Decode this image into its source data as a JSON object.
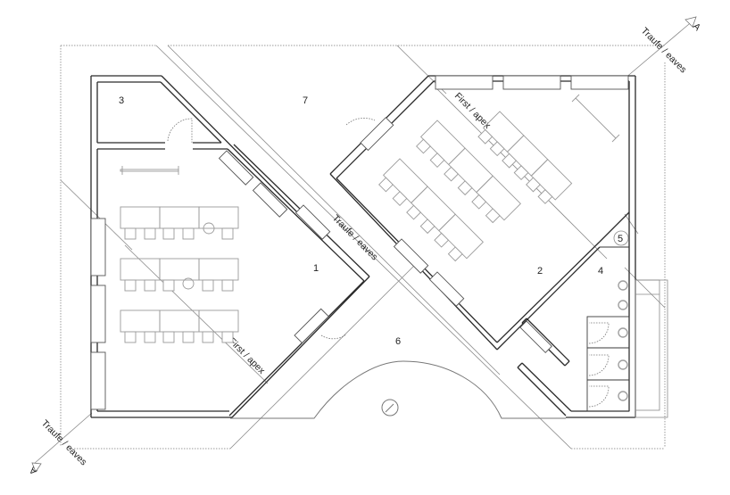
{
  "drawing": {
    "type": "architectural-floor-plan",
    "rooms": [
      {
        "id": "1",
        "label": "1"
      },
      {
        "id": "2",
        "label": "2"
      },
      {
        "id": "3",
        "label": "3"
      },
      {
        "id": "4",
        "label": "4"
      },
      {
        "id": "5",
        "label": "5"
      },
      {
        "id": "6",
        "label": "6"
      },
      {
        "id": "7",
        "label": "7"
      }
    ],
    "annotations": {
      "eaves_top_right": "Traufe / eaves",
      "eaves_center": "Traufe / eaves",
      "eaves_bottom_left": "Traufe / eaves",
      "apex_top": "First / apex",
      "apex_left": "First / apex"
    },
    "section_markers": {
      "top_right": "A",
      "bottom_left": "A"
    },
    "colors": {
      "wall": "#2a2a2a",
      "furniture": "#9a9a9a",
      "dotted_outline": "#9a9a9a",
      "background": "#ffffff"
    }
  }
}
